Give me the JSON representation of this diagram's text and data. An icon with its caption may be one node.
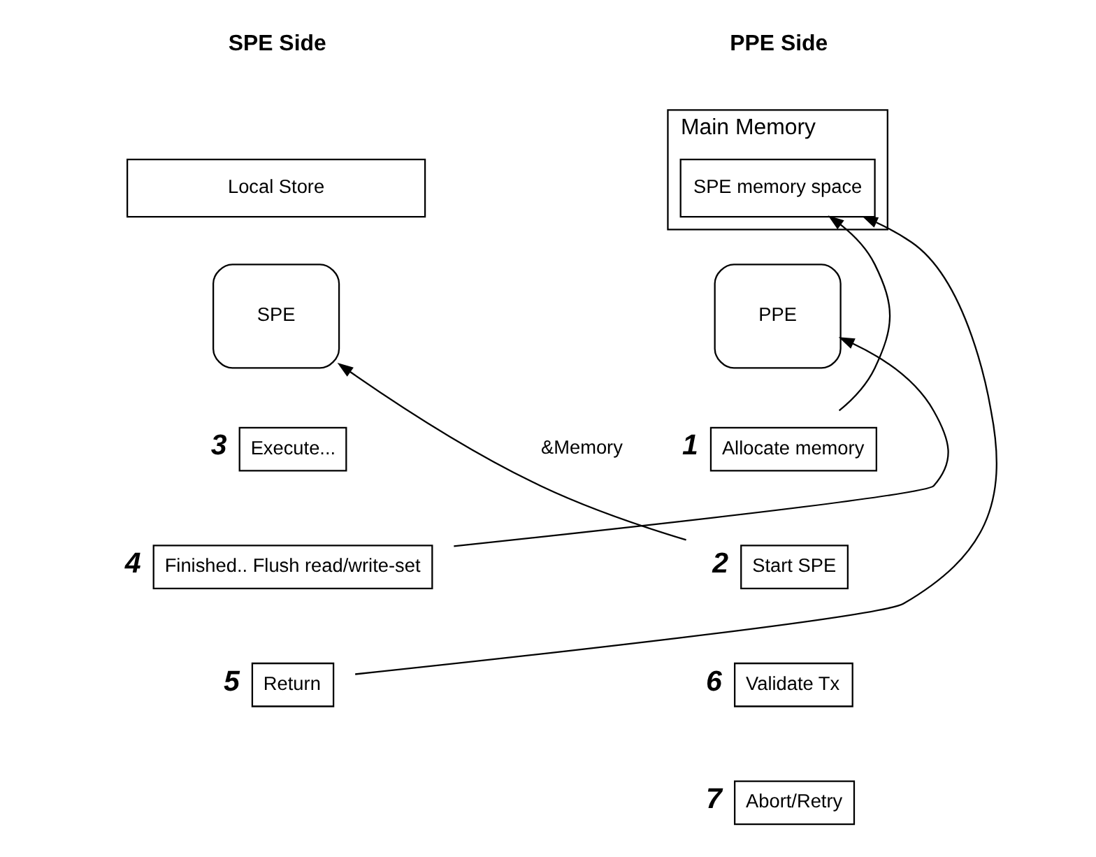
{
  "diagram": {
    "nodes": [
      {
        "text": [
          "Main Memory"
        ]
      },
      {
        "text": [
          "SPE memory space"
        ],
        "in": 0
      },
      {
        "text": [
          "Local Store"
        ]
      },
      {
        "text": [
          "PPE"
        ]
      },
      {
        "text": [
          "SPE"
        ]
      },
      {
        "text": [
          "Allocate memory"
        ],
        "beside": [
          "1"
        ]
      },
      {
        "text": [
          "Execute..."
        ],
        "beside": [
          "3"
        ]
      },
      {
        "text": [
          "Finished.. Flush read/write-set"
        ],
        "beside": [
          "4"
        ]
      },
      {
        "text": [
          "Start SPE"
        ],
        "beside": [
          "2"
        ]
      },
      {
        "text": [
          "Return"
        ],
        "beside": [
          "5"
        ]
      },
      {
        "text": [
          "Validate Tx"
        ],
        "beside": [
          "6"
        ]
      },
      {
        "text": [
          "Abort/Retry"
        ],
        "beside": [
          "7"
        ]
      }
    ],
    "edges": [
      {
        "from": 5,
        "to": 1,
        "arrow": "to"
      },
      {
        "from": 8,
        "to": 4,
        "arrow": "to",
        "label": "&Memory"
      },
      {
        "from": 7,
        "to": 3,
        "arrow": "to"
      },
      {
        "from": 9,
        "to": 1,
        "arrow": "to"
      }
    ],
    "labels": [
      "PPE Side",
      "SPE Side"
    ]
  }
}
